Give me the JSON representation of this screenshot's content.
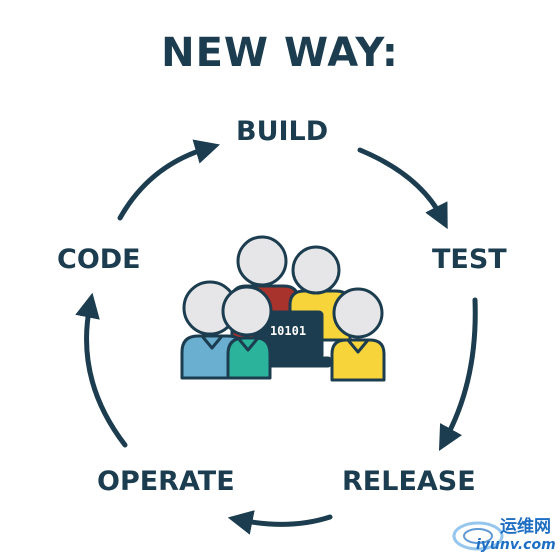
{
  "title": "NEW WAY:",
  "steps": {
    "build": "BUILD",
    "test": "TEST",
    "release": "RELEASE",
    "operate": "OPERATE",
    "code": "CODE"
  },
  "laptop_text": "10101",
  "watermark": {
    "cn": "运维网",
    "url": "iyunv.com"
  },
  "colors": {
    "text": "#1c3d4f",
    "person_blue": "#6aaed0",
    "person_teal": "#2bb39c",
    "person_red": "#a8322c",
    "person_yellow": "#f6d43a",
    "head": "#e6e6e8",
    "watermark": "#1e6fc3"
  }
}
